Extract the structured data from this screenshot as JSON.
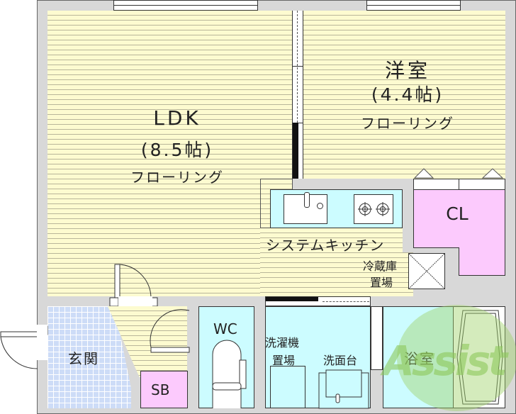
{
  "floorplan": {
    "rooms": {
      "ldk": {
        "name": "LDK",
        "size": "(8.5帖)",
        "floor": "フローリング"
      },
      "western": {
        "name": "洋室",
        "size": "(4.4帖)",
        "floor": "フローリング"
      },
      "closet": {
        "name": "CL"
      },
      "kitchen": {
        "name": "システムキッチン"
      },
      "fridge": {
        "line1": "冷蔵庫",
        "line2": "置場"
      },
      "entrance": {
        "name": "玄関"
      },
      "shoebox": {
        "name": "SB"
      },
      "toilet": {
        "name": "WC"
      },
      "washer": {
        "line1": "洗濯機",
        "line2": "置場"
      },
      "washbasin": {
        "name": "洗面台"
      },
      "bathroom": {
        "name": "浴室"
      }
    },
    "watermark": "Assist",
    "colors": {
      "wall": "#d8d8d8",
      "floor": "#fdfbd0",
      "tile": "#cddcf7",
      "wet_area": "#ccfcff",
      "storage": "#fccafd",
      "watermark": "#9fd36a"
    }
  }
}
